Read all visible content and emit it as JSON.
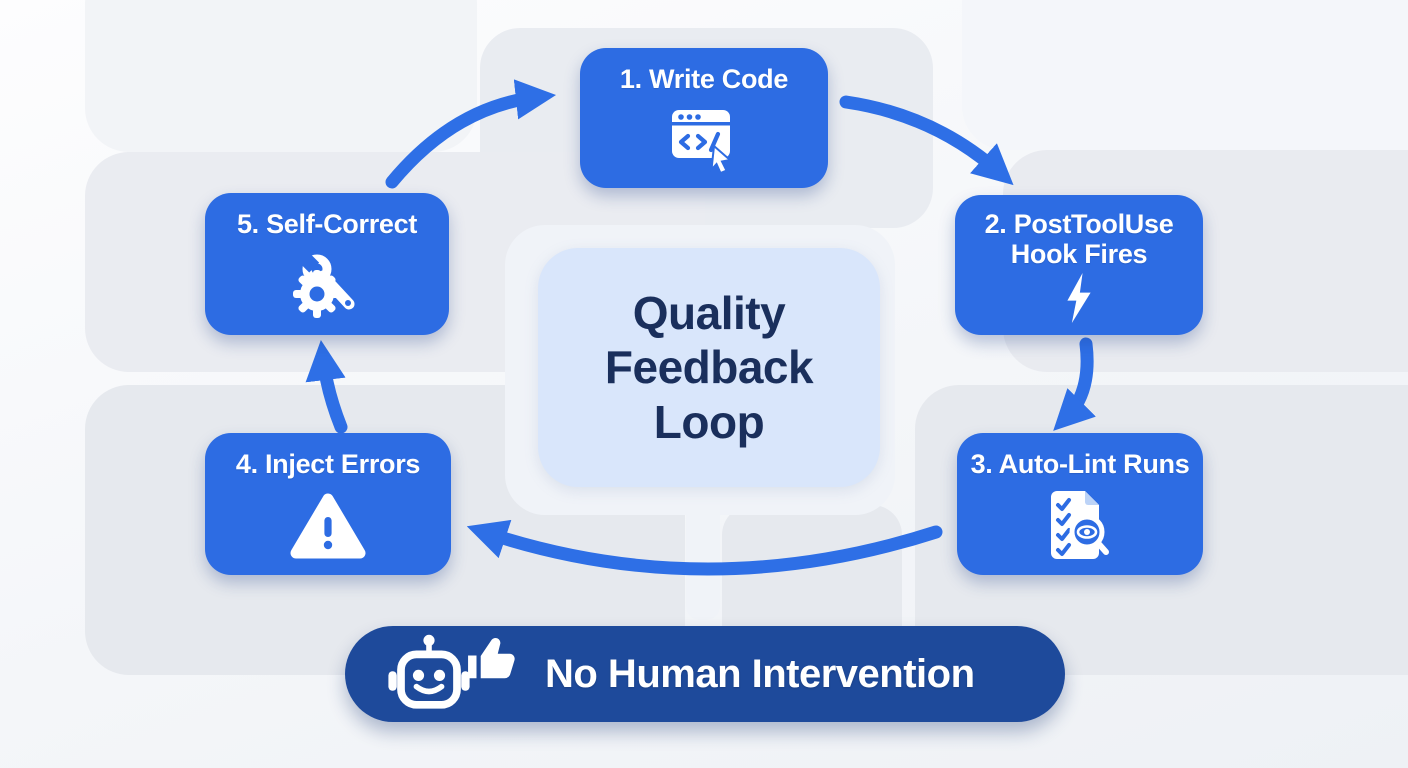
{
  "diagram_title": "Quality Feedback Loop",
  "center": {
    "label": "Quality Feedback Loop"
  },
  "nodes": [
    {
      "label": "1. Write Code",
      "icon": "code-window-icon"
    },
    {
      "label": "2. PostToolUse Hook Fires",
      "icon": "lightning-icon"
    },
    {
      "label": "3. Auto-Lint Runs",
      "icon": "lint-review-icon"
    },
    {
      "label": "4. Inject Errors",
      "icon": "warning-icon"
    },
    {
      "label": "5. Self-Correct",
      "icon": "wrench-gear-icon"
    }
  ],
  "flow": [
    "1. Write Code -> 2. PostToolUse Hook Fires",
    "2. PostToolUse Hook Fires -> 3. Auto-Lint Runs",
    "3. Auto-Lint Runs -> 4. Inject Errors",
    "4. Inject Errors -> 5. Self-Correct",
    "5. Self-Correct -> 1. Write Code"
  ],
  "footer": {
    "label": "No Human Intervention",
    "icons": [
      "robot-icon",
      "thumbs-up-icon"
    ]
  },
  "colors": {
    "node_blue": "#2d6ce3",
    "arrow_blue": "#2e6fe6",
    "footer_navy": "#1e4a9b",
    "center_bg": "#d9e6fb",
    "center_text": "#1a2f5c"
  }
}
